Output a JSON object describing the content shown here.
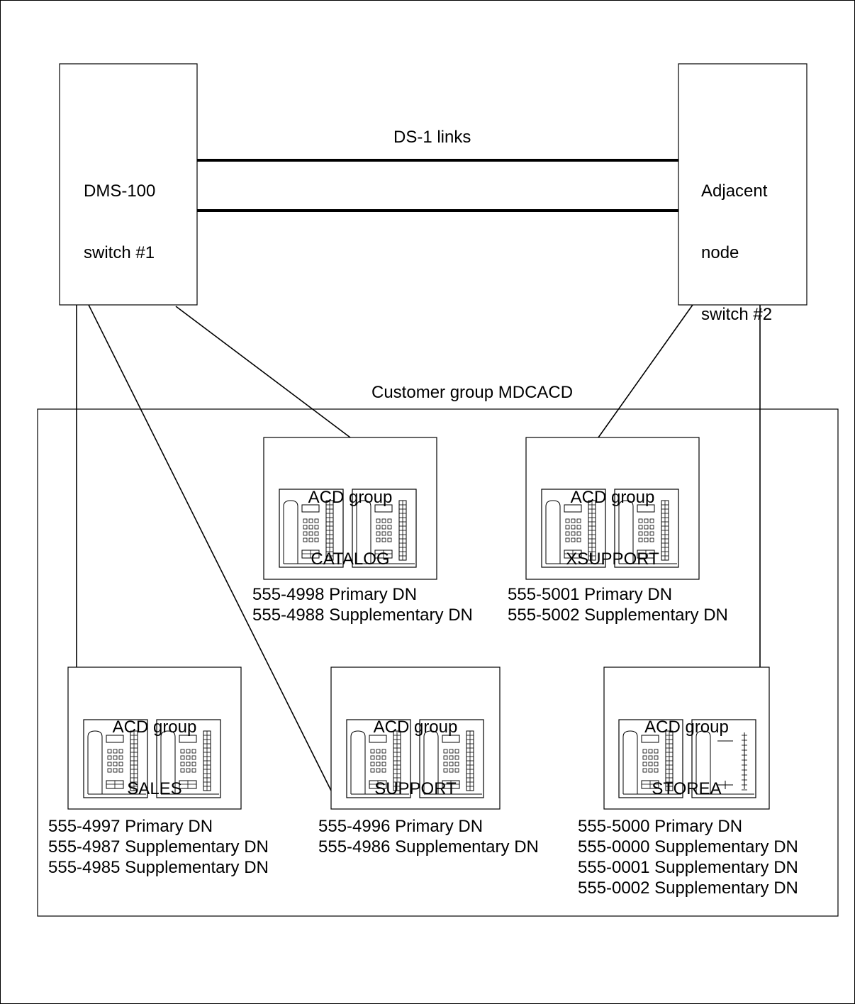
{
  "switch1": {
    "line1": "DMS-100",
    "line2": "switch #1"
  },
  "switch2": {
    "line1": "Adjacent",
    "line2": "node",
    "line3": "switch #2"
  },
  "links_label": "DS-1 links",
  "customer_group_label": "Customer group MDCACD",
  "groups": {
    "catalog": {
      "line1": "ACD group",
      "line2": "CATALOG",
      "dns": [
        "555-4998 Primary DN",
        "555-4988 Supplementary DN"
      ]
    },
    "xsupport": {
      "line1": "ACD group",
      "line2": "XSUPPORT",
      "dns": [
        "555-5001 Primary DN",
        "555-5002 Supplementary DN"
      ]
    },
    "sales": {
      "line1": "ACD group",
      "line2": "SALES",
      "dns": [
        "555-4997 Primary DN",
        "555-4987 Supplementary DN",
        "555-4985 Supplementary DN"
      ]
    },
    "support": {
      "line1": "ACD group",
      "line2": "SUPPORT",
      "dns": [
        "555-4996 Primary DN",
        "555-4986 Supplementary DN"
      ]
    },
    "storea": {
      "line1": "ACD group",
      "line2": "STOREA",
      "dns": [
        "555-5000 Primary DN",
        "555-0000 Supplementary DN",
        "555-0001 Supplementary DN",
        "555-0002 Supplementary DN"
      ]
    }
  }
}
